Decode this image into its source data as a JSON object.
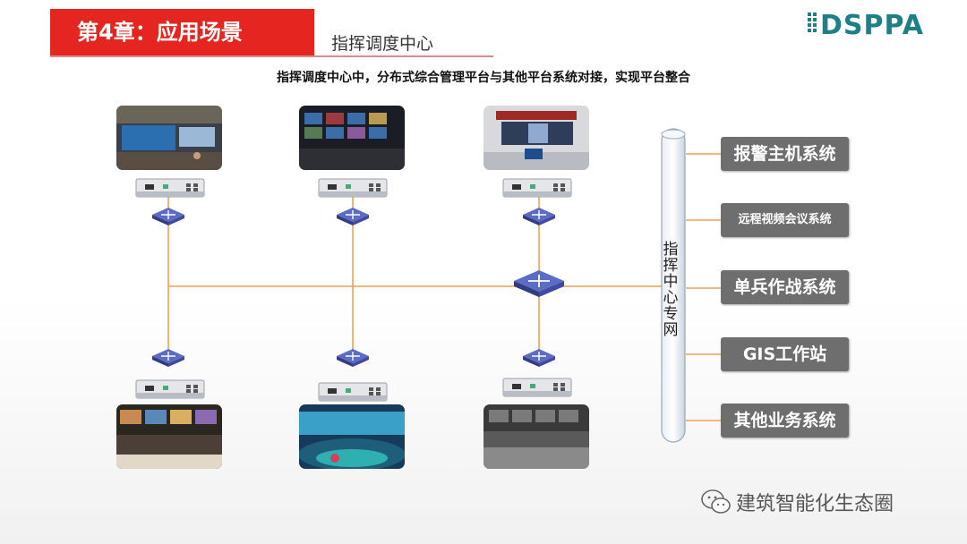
{
  "header": {
    "chapter_title": "第4章：应用场景",
    "subtitle": "指挥调度中心"
  },
  "logo": {
    "text": "DSPPA"
  },
  "intro": "指挥调度中心中，分布式综合管理平台与其他平台系统对接，实现平台整合",
  "backbone": {
    "label": "指挥中心专网"
  },
  "systems": [
    {
      "label": "报警主机系统"
    },
    {
      "label": "远程视频会议系统"
    },
    {
      "label": "单兵作战系统"
    },
    {
      "label": "GIS工作站"
    },
    {
      "label": "其他业务系统"
    }
  ],
  "watermark": {
    "text": "建筑智能化生态圈"
  },
  "colors": {
    "accent_red": "#e52520",
    "link_orange": "#f0a050",
    "switch_blue": "#4f5fb8",
    "box_gray": "#6e6e6e"
  },
  "icons": [
    "network-switch-icon",
    "terminal-device-icon",
    "wechat-icon"
  ]
}
